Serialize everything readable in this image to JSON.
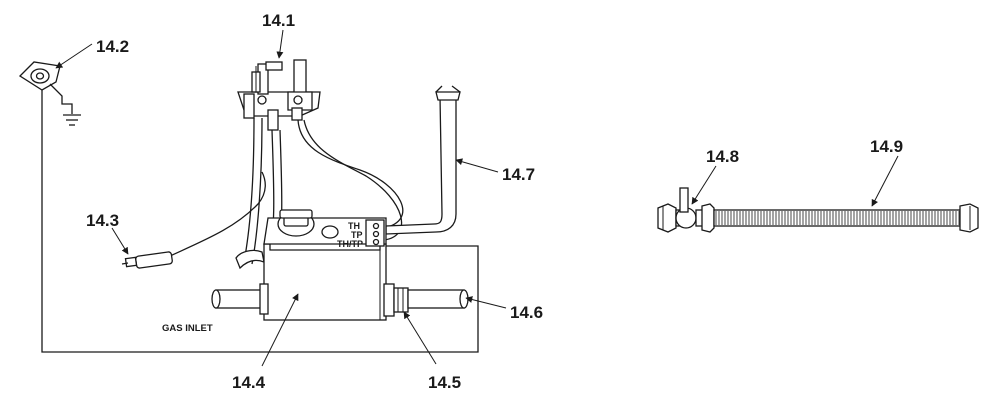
{
  "diagram": {
    "callouts": {
      "c14_1": "14.1",
      "c14_2": "14.2",
      "c14_3": "14.3",
      "c14_4": "14.4",
      "c14_5": "14.5",
      "c14_6": "14.6",
      "c14_7": "14.7",
      "c14_8": "14.8",
      "c14_9": "14.9"
    },
    "labels": {
      "gas_inlet": "GAS INLET",
      "terminal_th": "TH",
      "terminal_tp": "TP",
      "terminal_thtp": "TH/TP"
    },
    "colors": {
      "line": "#1a1a1a",
      "background": "#ffffff"
    }
  }
}
